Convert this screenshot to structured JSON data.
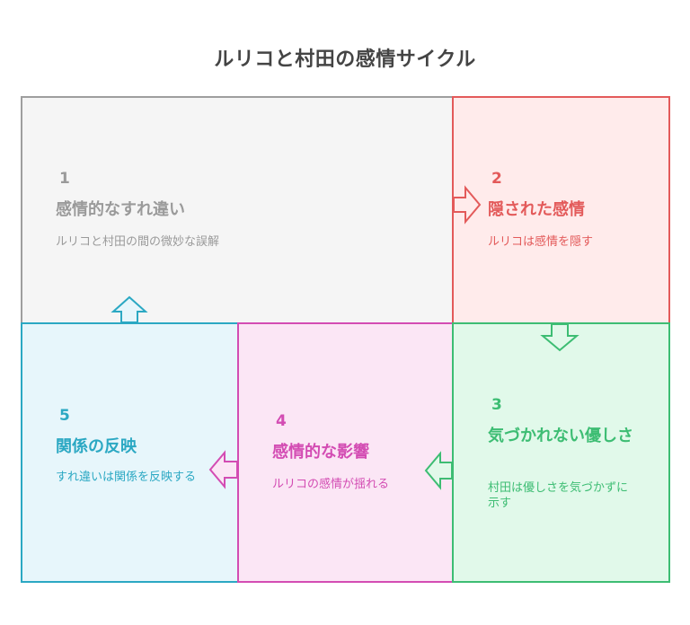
{
  "title": "ルリコと村田の感情サイクル",
  "steps": [
    {
      "num": "1",
      "heading": "感情的なすれ違い",
      "desc": "ルリコと村田の間の微妙な誤解"
    },
    {
      "num": "2",
      "heading": "隠された感情",
      "desc": "ルリコは感情を隠す"
    },
    {
      "num": "3",
      "heading": "気づかれない優しさ",
      "desc": "村田は優しさを気づかずに示す"
    },
    {
      "num": "4",
      "heading": "感情的な影響",
      "desc": "ルリコの感情が揺れる"
    },
    {
      "num": "5",
      "heading": "関係の反映",
      "desc": "すれ違いは関係を反映する"
    }
  ],
  "colors": {
    "step1": "#9e9e9e",
    "step2": "#e35a5a",
    "step3": "#3dbd73",
    "step4": "#d34cb3",
    "step5": "#2ba8c3"
  }
}
